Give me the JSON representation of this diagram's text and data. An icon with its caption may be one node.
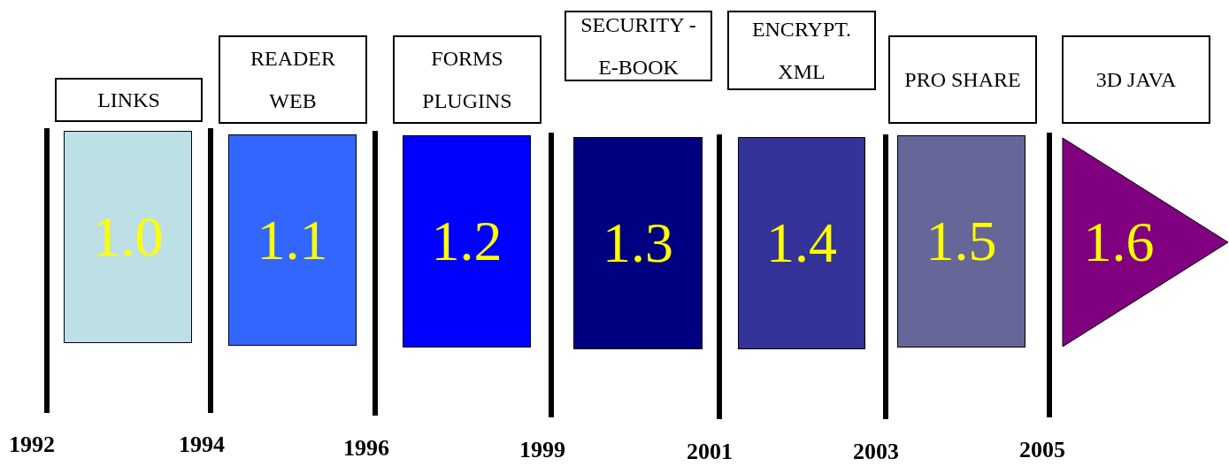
{
  "diagram": {
    "nodes": [
      {
        "text": [
          "LINKS"
        ]
      },
      {
        "text": [
          "1.0"
        ]
      },
      {
        "text": [
          "READER WEB"
        ]
      },
      {
        "text": [
          "1.1"
        ]
      },
      {
        "text": [
          "FORMS PLUGINS"
        ]
      },
      {
        "text": [
          "1.2"
        ]
      },
      {
        "text": [
          "SECURITY -E-BOOK"
        ]
      },
      {
        "text": [
          "1.3"
        ]
      },
      {
        "text": [
          "ENCRYPT. XML"
        ]
      },
      {
        "text": [
          "1.4"
        ]
      },
      {
        "text": [
          "PRO SHARE"
        ]
      },
      {
        "text": [
          "1.5"
        ]
      },
      {
        "text": [
          "3D JAVA"
        ]
      },
      {
        "text": [
          "1.6"
        ]
      }
    ],
    "labels": [
      "1992",
      "1994",
      "1996",
      "1999",
      "2001",
      "2003",
      "2005"
    ]
  }
}
